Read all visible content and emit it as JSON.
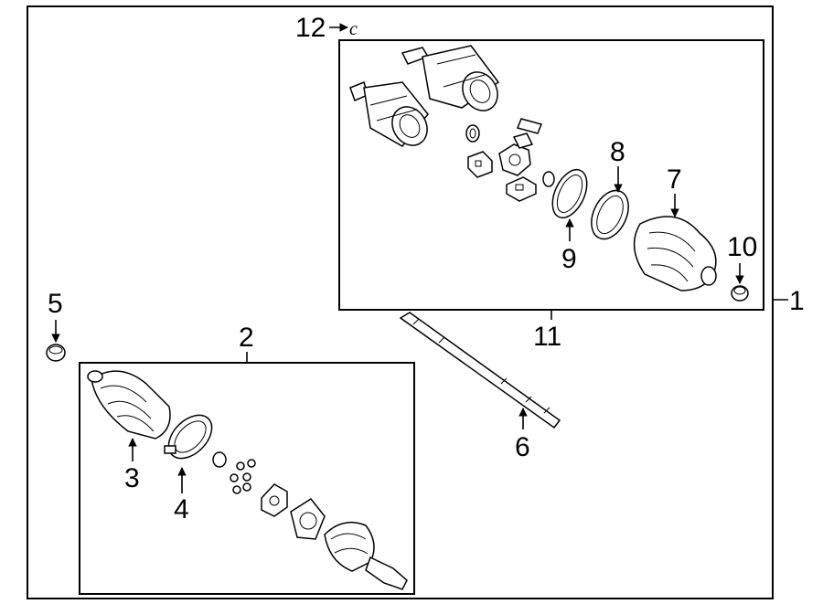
{
  "callouts": {
    "c1": "1",
    "c2": "2",
    "c3": "3",
    "c4": "4",
    "c5": "5",
    "c6": "6",
    "c7": "7",
    "c8": "8",
    "c9": "9",
    "c10": "10",
    "c11": "11",
    "c12": "12"
  },
  "note_symbol": "c"
}
